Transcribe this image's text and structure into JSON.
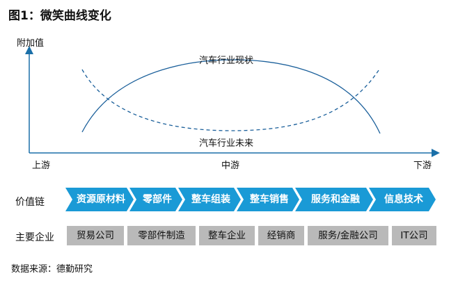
{
  "title": "图1：微笑曲线变化",
  "diagram": {
    "y_axis_label": "附加值",
    "x_ticks": [
      "上游",
      "中游",
      "下游"
    ],
    "curves": [
      {
        "label": "汽车行业现状",
        "style": "solid",
        "shape": "inverted-u"
      },
      {
        "label": "汽车行业未来",
        "style": "dashed",
        "shape": "u"
      }
    ]
  },
  "value_chain": {
    "label": "价值链",
    "steps": [
      "资源原材料",
      "零部件",
      "整车组装",
      "整车销售",
      "服务和金融",
      "信息技术"
    ],
    "color": "#1a9ad6"
  },
  "firms": {
    "label": "主要企业",
    "items": [
      "贸易公司",
      "零部件制造",
      "整车企业",
      "经销商",
      "服务/金融公司",
      "IT公司"
    ],
    "color": "#b9b9b9"
  },
  "source": "数据来源：德勤研究"
}
